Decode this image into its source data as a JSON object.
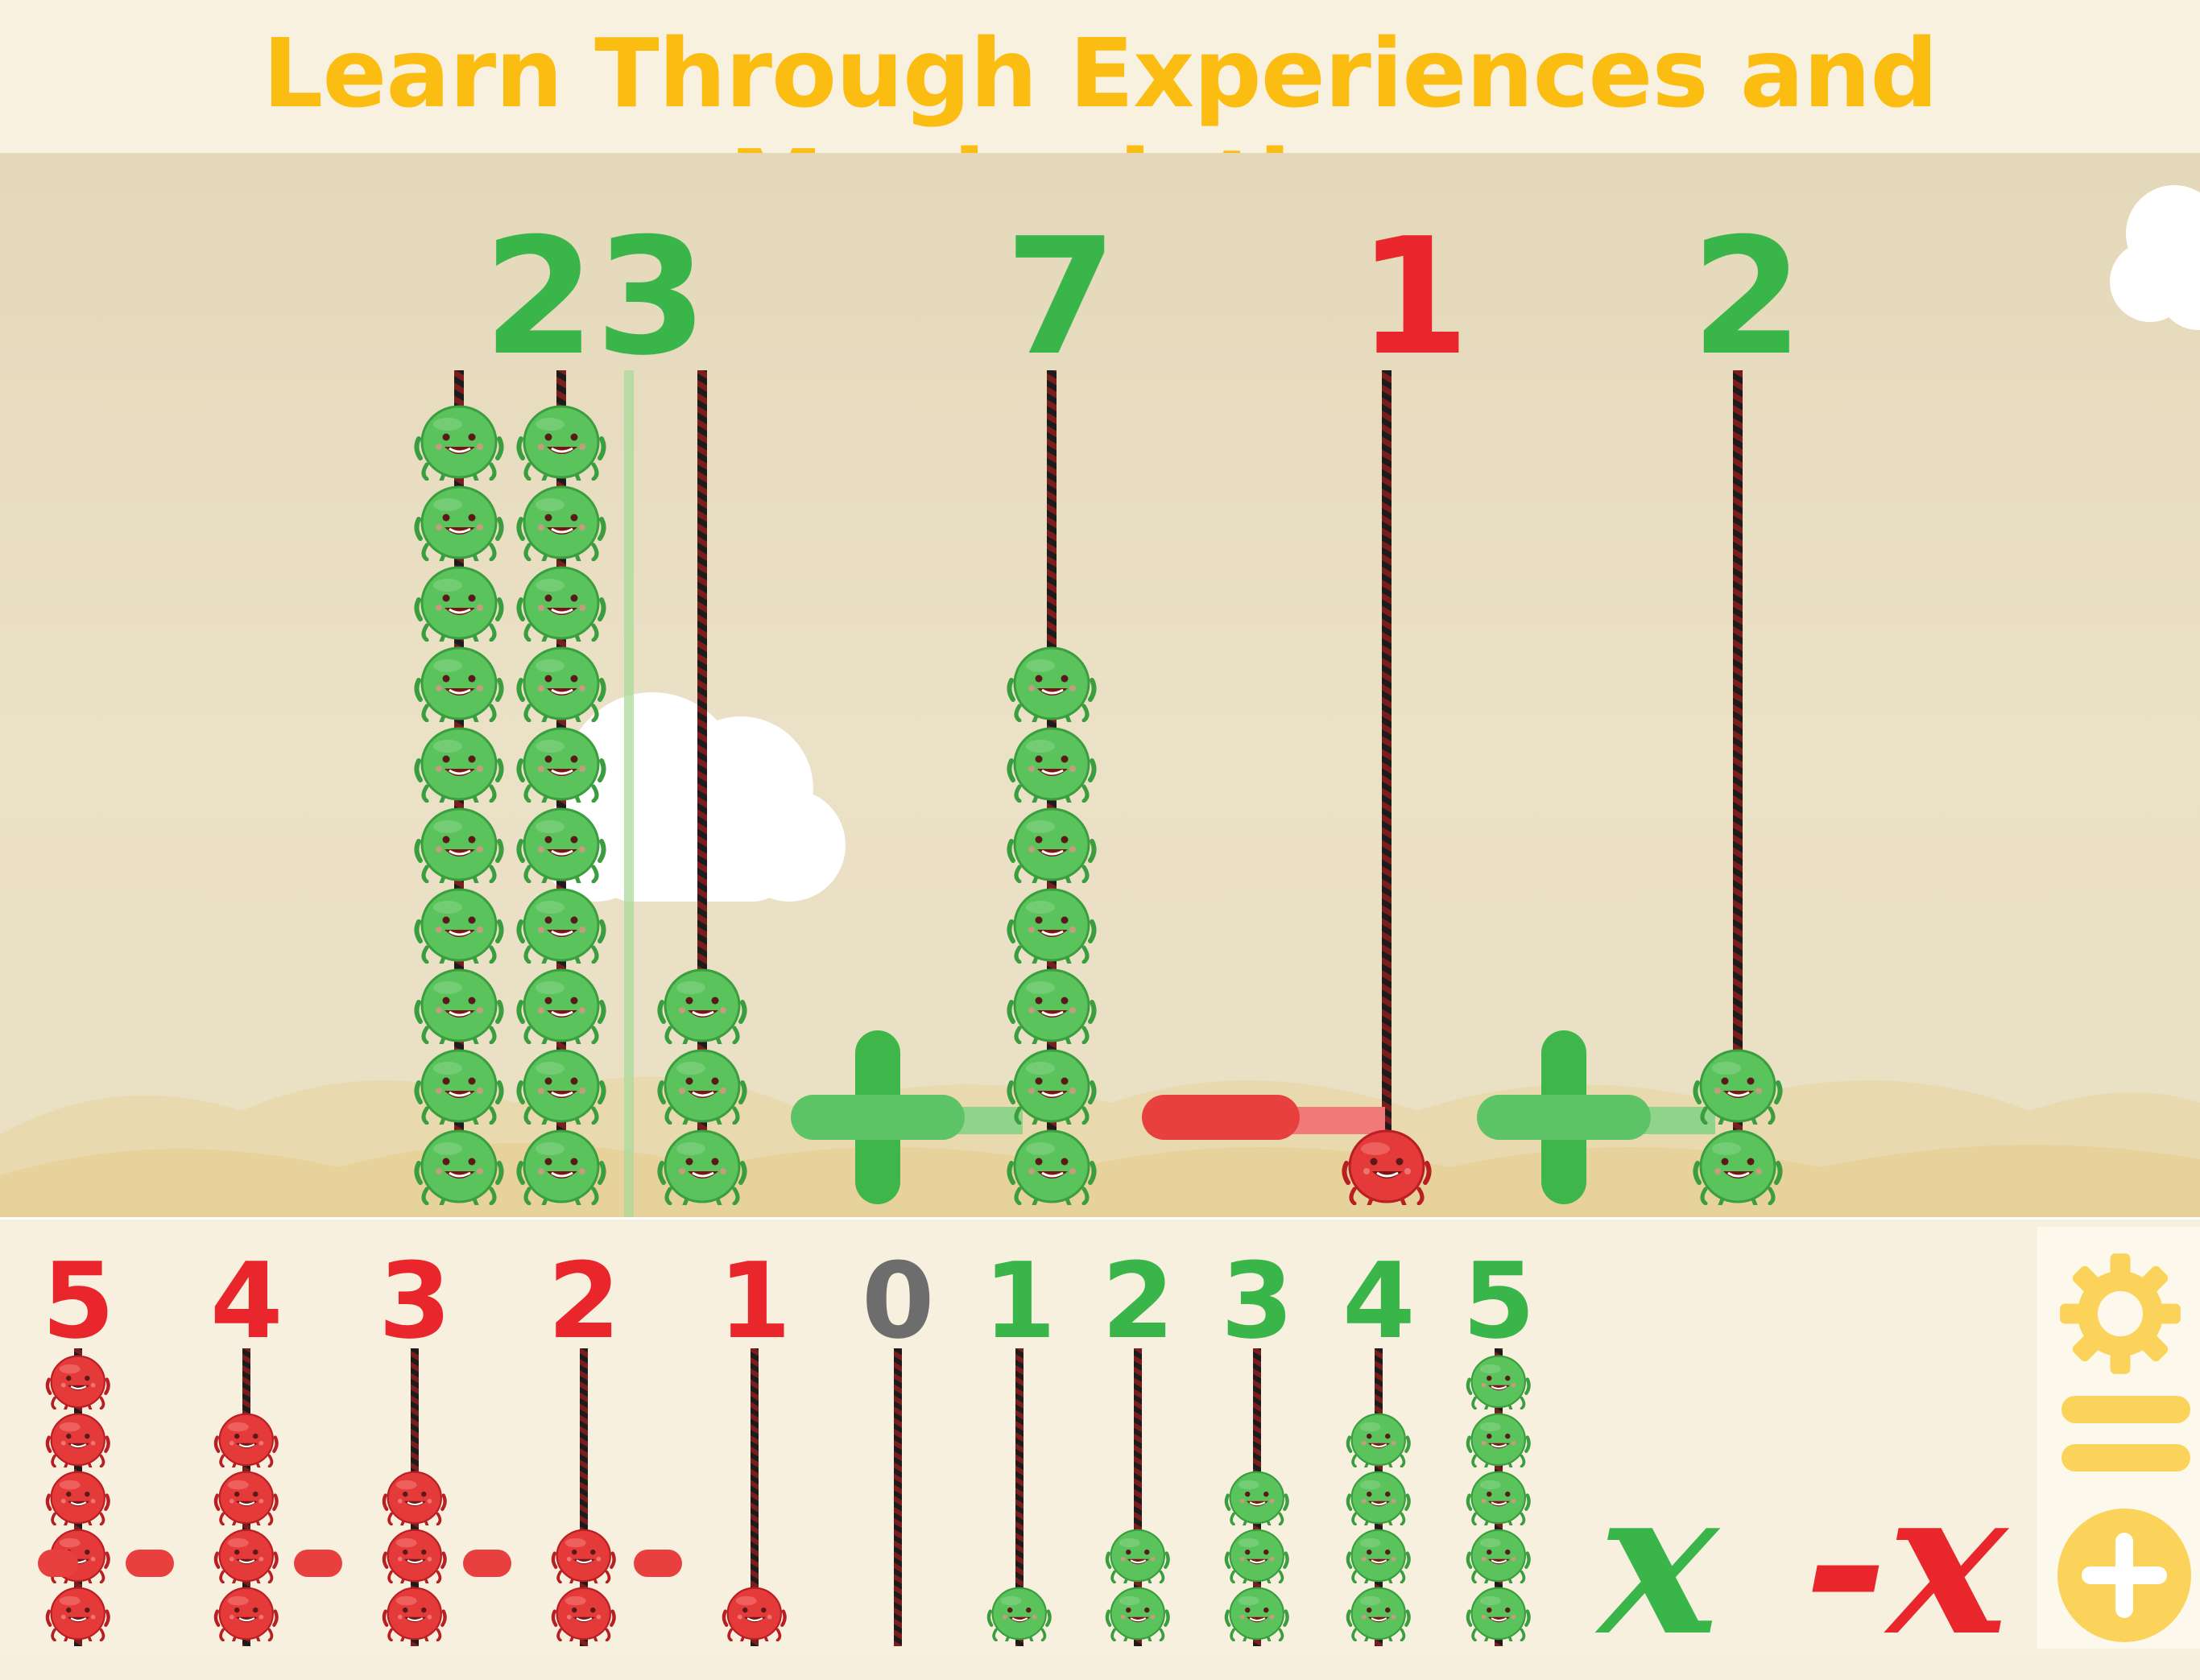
{
  "header": {
    "title": "Learn Through Experiences and Manipulatives"
  },
  "colors": {
    "title": "#fbbd12",
    "positive": "#3ab54a",
    "negative": "#e8262b",
    "zero": "#6d6d6d",
    "icon": "#fbd35a"
  },
  "workspace": {
    "numbers": [
      {
        "label": "23",
        "sign": "positive"
      },
      {
        "label": "7",
        "sign": "positive"
      },
      {
        "label": "1",
        "sign": "negative"
      },
      {
        "label": "2",
        "sign": "positive"
      }
    ],
    "operators": [
      "+",
      "−",
      "+"
    ]
  },
  "palette": {
    "numbers": [
      {
        "label": "5",
        "sign": "negative"
      },
      {
        "label": "4",
        "sign": "negative"
      },
      {
        "label": "3",
        "sign": "negative"
      },
      {
        "label": "2",
        "sign": "negative"
      },
      {
        "label": "1",
        "sign": "negative"
      },
      {
        "label": "0",
        "sign": "zero"
      },
      {
        "label": "1",
        "sign": "positive"
      },
      {
        "label": "2",
        "sign": "positive"
      },
      {
        "label": "3",
        "sign": "positive"
      },
      {
        "label": "4",
        "sign": "positive"
      },
      {
        "label": "5",
        "sign": "positive"
      }
    ],
    "variable_positive": "x",
    "variable_negative": "-x"
  },
  "sidebar": {
    "icons": [
      "gear-icon",
      "equals-icon",
      "plus-icon"
    ]
  }
}
